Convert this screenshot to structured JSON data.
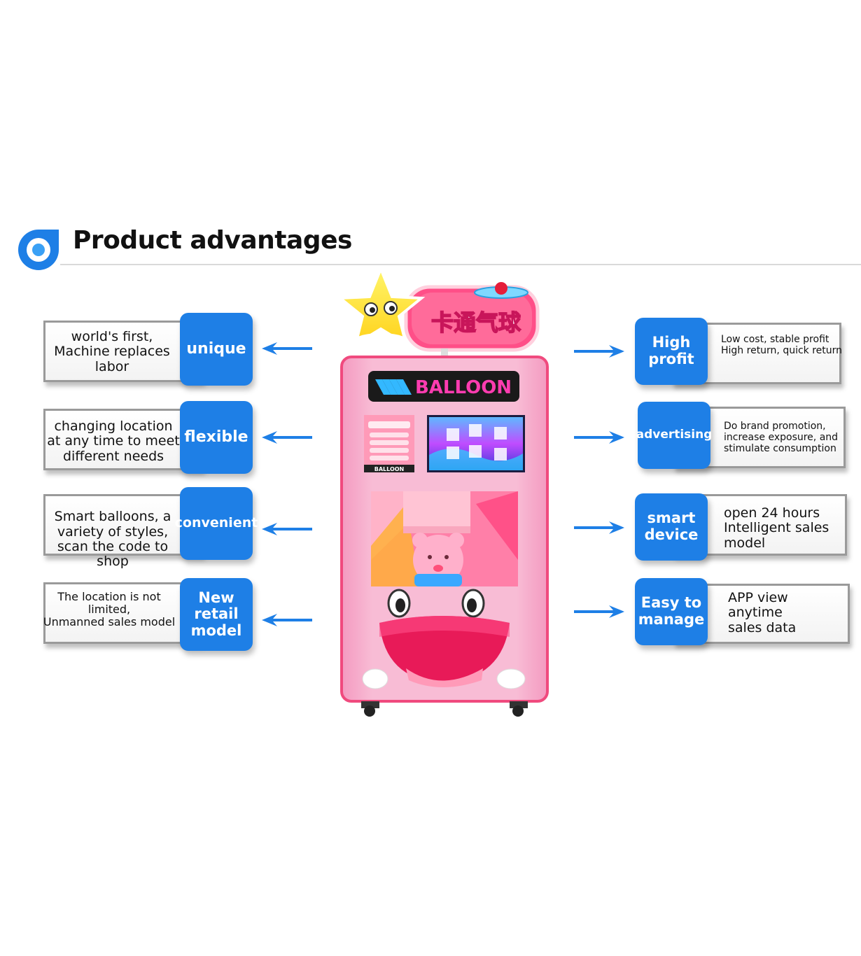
{
  "header": {
    "title": "Product advantages"
  },
  "left_features": [
    {
      "label": "unique",
      "description": "world's first,\nMachine replaces\nlabor"
    },
    {
      "label": "flexible",
      "description": "changing location\nat any time to meet\ndifferent needs"
    },
    {
      "label": "convenient",
      "description": "Smart balloons, a\nvariety of styles,\nscan the code to\nshop"
    },
    {
      "label": "New\nretail\nmodel",
      "description": "The location is not\nlimited,\nUnmanned sales model"
    }
  ],
  "right_features": [
    {
      "label": "High\nprofit",
      "description": "Low cost, stable profit\nHigh return, quick return"
    },
    {
      "label": "advertising",
      "description": "Do brand promotion,\nincrease exposure, and\nstimulate consumption"
    },
    {
      "label": "smart\ndevice",
      "description": "open 24 hours\nIntelligent sales\nmodel"
    },
    {
      "label": "Easy to\nmanage",
      "description": "APP view anytime\nsales data"
    }
  ],
  "machine": {
    "brand": "BALLOON",
    "sign": "卡通气球",
    "screen_brand": "BALLOON"
  },
  "colors": {
    "accent_blue": "#1e7fe6",
    "machine_pink": "#f7b3cf",
    "machine_border": "#f04a7e"
  }
}
